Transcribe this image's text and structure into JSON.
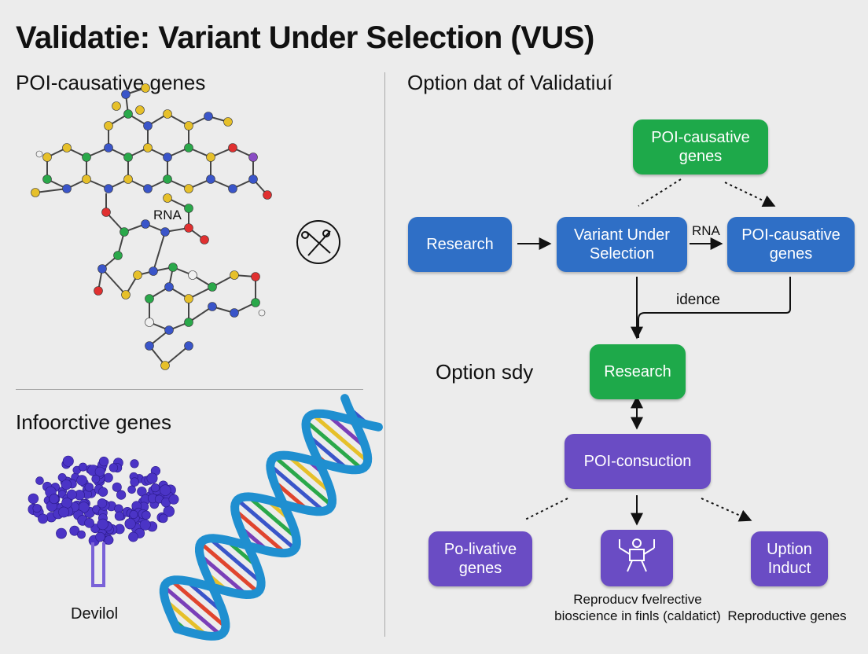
{
  "title": "Validatie: Variant Under Selection (VUS)",
  "left_top": {
    "heading": "POI-causative genes",
    "molecule_label": "RNA"
  },
  "left_bottom": {
    "heading": "Infoorctive genes",
    "protein_label": "Devilol"
  },
  "right": {
    "heading": "Option dat of Validatiuí",
    "side_label": "Option sdy",
    "nodes": {
      "top_genes": "POI-causative genes",
      "research_left": "Research",
      "variant": "Variant Under Selection",
      "genes_right": "POI-causative genes",
      "research_mid": "Research",
      "consuction": "POI-consuction",
      "livative": "Po-livative genes",
      "uption": "Uption Induct"
    },
    "edge_labels": {
      "rna": "RNA",
      "idence": "idence"
    },
    "captions": {
      "icon_caption": "Reproducv fvelrective bioscience in finls (caldatict)",
      "right_caption": "Reproductive genes"
    }
  },
  "colors": {
    "blue": "#2f6fc6",
    "green": "#1ea94a",
    "purple": "#6a4cc4",
    "background": "#ececec"
  },
  "icons": [
    "scissors-icon",
    "figure-chart-icon"
  ]
}
